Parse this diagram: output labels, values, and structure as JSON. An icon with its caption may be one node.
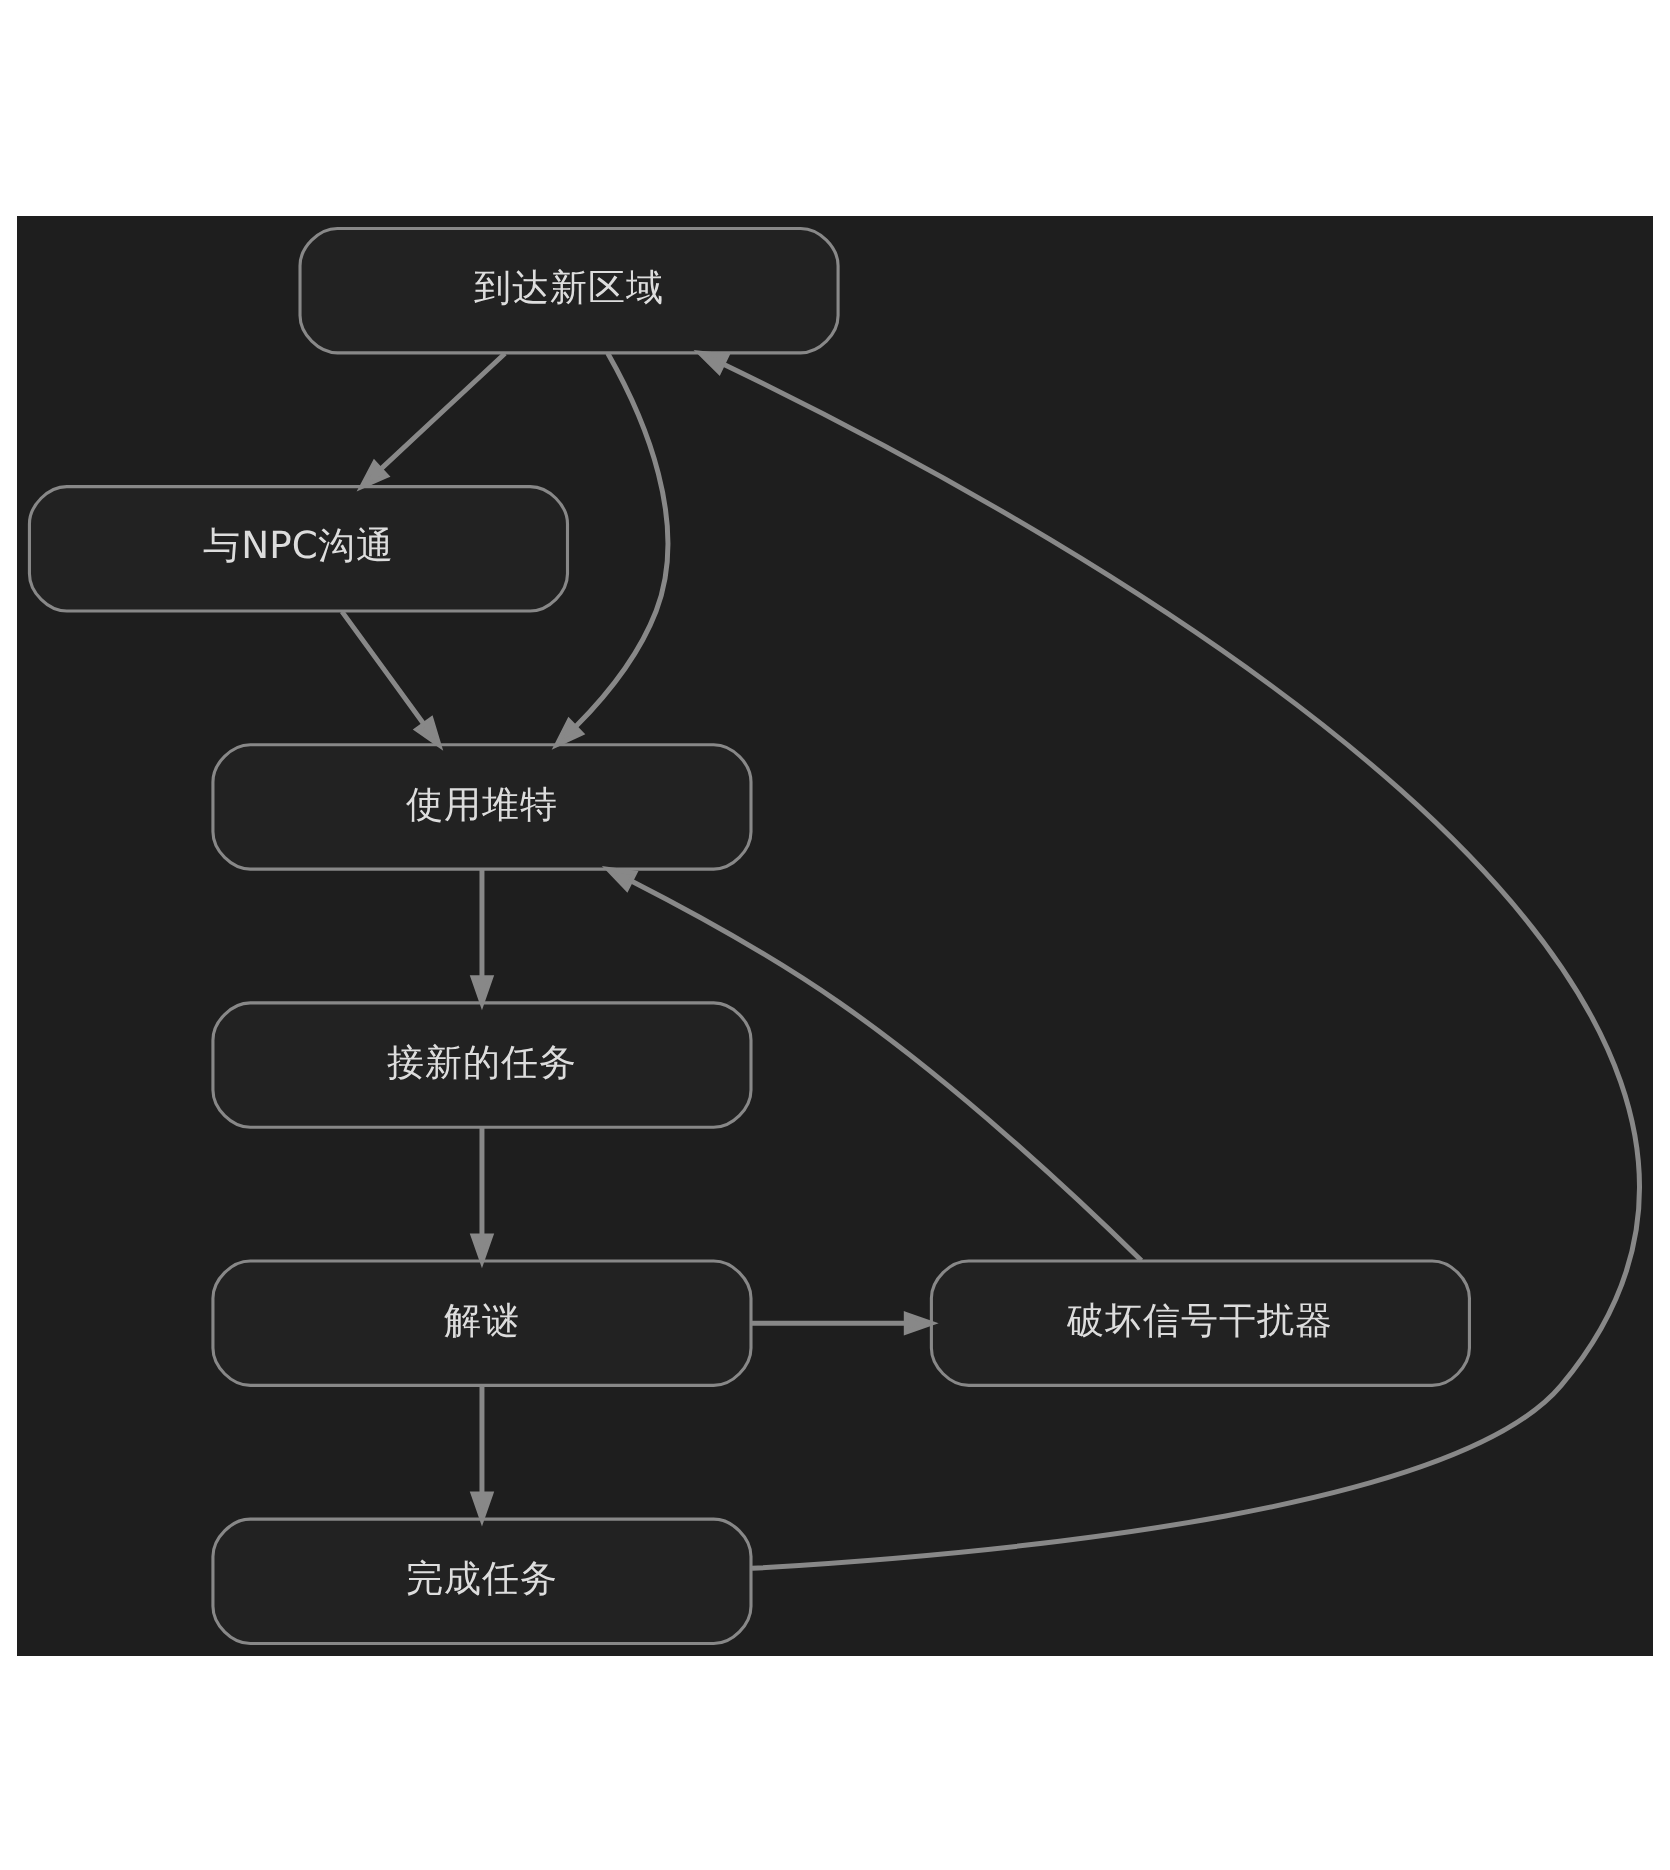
{
  "diagram": {
    "nodes": [
      {
        "text": [
          "到达新区域"
        ]
      },
      {
        "text": [
          "与NPC沟通"
        ]
      },
      {
        "text": [
          "使用堆特"
        ]
      },
      {
        "text": [
          "接新的任务"
        ]
      },
      {
        "text": [
          "解谜"
        ]
      },
      {
        "text": [
          "破坏信号干扰器"
        ]
      },
      {
        "text": [
          "完成任务"
        ]
      }
    ],
    "edges": [
      {
        "from": 0,
        "to": 1,
        "arrow": "to"
      },
      {
        "from": 0,
        "to": 2,
        "arrow": "to"
      },
      {
        "from": 1,
        "to": 2,
        "arrow": "to"
      },
      {
        "from": 2,
        "to": 3,
        "arrow": "to"
      },
      {
        "from": 3,
        "to": 4,
        "arrow": "to"
      },
      {
        "from": 4,
        "to": 5,
        "arrow": "to"
      },
      {
        "from": 5,
        "to": 2,
        "arrow": "to"
      },
      {
        "from": 4,
        "to": 6,
        "arrow": "to"
      },
      {
        "from": 6,
        "to": 0,
        "arrow": "to"
      }
    ]
  }
}
